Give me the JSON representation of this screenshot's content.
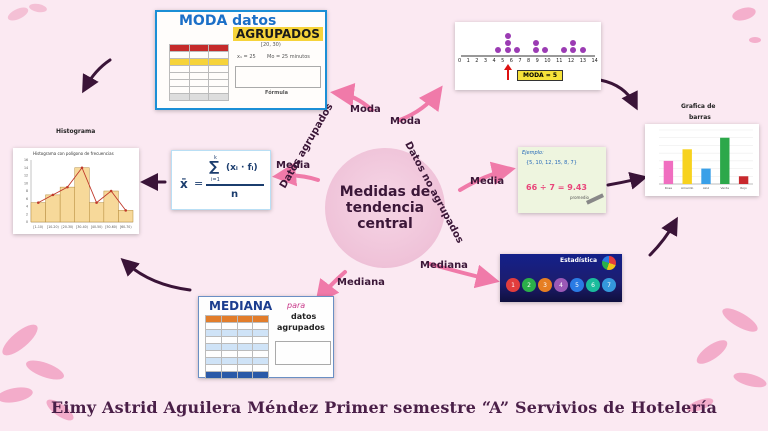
{
  "center": {
    "title": "Medidas de tendencia central"
  },
  "branches": {
    "moda_upper_left": "Moda",
    "moda_upper_right": "Moda",
    "media_left": "Media",
    "media_right": "Media",
    "mediana_lower_left": "Mediana",
    "mediana_lower_right": "Mediana",
    "datos_agrupados": "Datos agrupados",
    "datos_no_agrupados": "Datos no agrupados"
  },
  "cards": {
    "moda_datos": {
      "title_1": "MODA datos",
      "title_2": "AGRUPADOS",
      "interval": "[20, 30)",
      "x1": "x₁ = 25",
      "mo_value": "Mo = 25 minutos",
      "formula_label": "Fórmula"
    },
    "moda_number_line": {
      "axis_numbers": [
        "0",
        "1",
        "2",
        "3",
        "4",
        "5",
        "6",
        "7",
        "8",
        "9",
        "10",
        "11",
        "12",
        "13",
        "14"
      ],
      "moda_label": "MODA = 5"
    },
    "histograma": {
      "heading": "Histograma",
      "chart_title": "Histograma con polígono de frecuencias"
    },
    "media_formula": {
      "lhs": "x̄",
      "sum_upper": "k",
      "sum_lower": "i=1",
      "numerator": "(xᵢ · fᵢ)",
      "denominator": "n"
    },
    "media_ejemplo": {
      "title": "Ejemplo:",
      "set": "{5, 10, 12, 15, 8, 7}",
      "sum": "66 ÷ 7 = 9.43",
      "note": "promedio"
    },
    "grafica_barras": {
      "heading_1": "Grafica de",
      "heading_2": "barras"
    },
    "mediana_datos": {
      "title": "MEDIANA",
      "subtitle_1": "para",
      "subtitle_2": "datos",
      "subtitle_3": "agrupados"
    },
    "estadistica": {
      "title": "Estadística",
      "balls": [
        "1",
        "2",
        "3",
        "4",
        "5",
        "6",
        "7"
      ]
    }
  },
  "footer": {
    "text": "Eimy Astrid Aguilera Méndez Primer semestre “A” Servivios de Hotelería"
  },
  "chart_data": [
    {
      "type": "bar",
      "title": "Histograma con polígono de frecuencias",
      "categories": [
        "[1-10)",
        "[10-20)",
        "[20-30)",
        "[30-40)",
        "[40-50)",
        "[50-60)",
        "[60-70)"
      ],
      "values": [
        5,
        7,
        9,
        14,
        5,
        8,
        3
      ],
      "ylim": [
        0,
        16
      ]
    },
    {
      "type": "bar",
      "categories": [
        "Rosa",
        "Amarillo",
        "Azul",
        "Verde",
        "Rojo"
      ],
      "values": [
        6,
        9,
        4,
        12,
        2
      ],
      "colors": [
        "#f06ec0",
        "#f7d21e",
        "#3aa0e8",
        "#2ca84a",
        "#c8282d"
      ],
      "ylim": [
        0,
        14
      ]
    }
  ],
  "colors": {
    "accent": "#4a1f48",
    "arrow_pink": "#f07aa9",
    "arrow_dark": "#3a1438"
  }
}
